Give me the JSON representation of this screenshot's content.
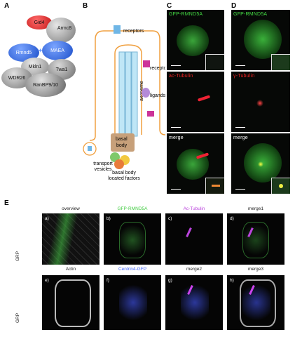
{
  "panels": {
    "a": "A",
    "b": "B",
    "c": "C",
    "d": "D",
    "e": "E"
  },
  "complex": {
    "gid4": "Gid4",
    "armc8": "Armc8",
    "rmnd5": "Rmnd5",
    "maea": "MAEA",
    "muskelin": "Mkln1",
    "twa1": "Twa1",
    "wdr26": "WDR26",
    "ranbp": "RanBP9/10"
  },
  "cilium": {
    "receptors_top": "receptors",
    "receptors_mid": "receptors",
    "ligands": "ligands",
    "axoneme": "axoneme",
    "basal_body": "basal\nbody",
    "basal_line1": "basal",
    "basal_line2": "body",
    "transport": "transport\nvesicles",
    "transport_line1": "transport",
    "transport_line2": "vesicles",
    "factors_line1": "basal body",
    "factors_line2": "located factors"
  },
  "col_c": {
    "row1": "GFP-RMND5A",
    "row2": "ac-Tubulin",
    "row3": "merge"
  },
  "col_d": {
    "row1": "GFP-RMND5A",
    "row2": "γ-Tubulin",
    "row3": "merge"
  },
  "grid": {
    "headers": [
      "overview",
      "GFP-RMND5A",
      "Ac-Tubulin",
      "merge1"
    ],
    "row1": [
      "a)",
      "b)",
      "c)",
      "d)"
    ],
    "row2_headers": [
      "Actin",
      "Centrin4-GFP",
      "merge2",
      "merge3"
    ],
    "row2": [
      "e)",
      "f)",
      "g)",
      "h)"
    ],
    "row_label": "GRP"
  },
  "colors": {
    "green": "#44dd44",
    "red": "#ee2222",
    "magenta": "#bb44dd",
    "blue": "#4466ff"
  }
}
